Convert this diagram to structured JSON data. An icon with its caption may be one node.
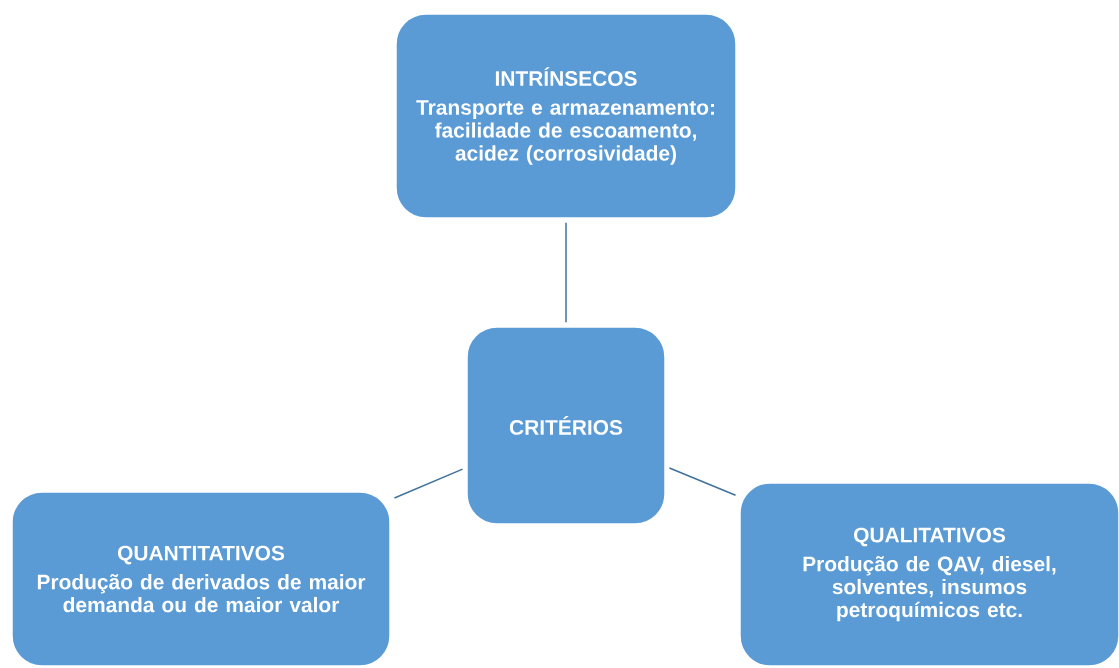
{
  "diagram": {
    "nodes": [
      {
        "text": [
          "CRITÉRIOS"
        ]
      },
      {
        "text": [
          "INTRÍNSECOS",
          "Transporte e armazenamento: facilidade de escoamento, acidez (corrosividade)"
        ]
      },
      {
        "text": [
          "QUANTITATIVOS",
          "Produção de derivados de maior demanda ou de maior valor"
        ]
      },
      {
        "text": [
          "QUALITATIVOS",
          "Produção de QAV, diesel, solventes, insumos petroquímicos etc."
        ]
      }
    ],
    "edges": [
      {
        "from": 0,
        "to": 1,
        "arrow": "none"
      },
      {
        "from": 0,
        "to": 2,
        "arrow": "none"
      },
      {
        "from": 0,
        "to": 3,
        "arrow": "none"
      }
    ]
  }
}
